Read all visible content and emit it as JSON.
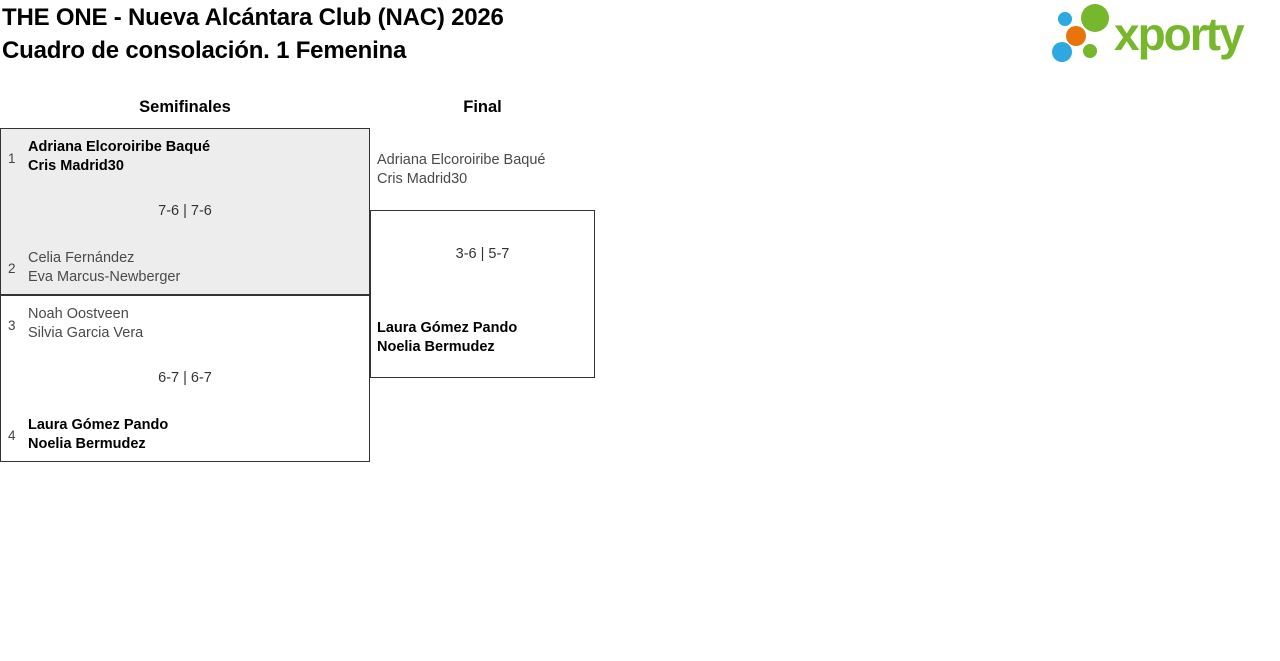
{
  "header": {
    "title_line1": "THE ONE - Nueva Alcántara Club (NAC) 2026",
    "title_line2": "Cuadro de consolación. 1 Femenina"
  },
  "logo": {
    "wordmark": "xporty",
    "green": "#76b72c",
    "blue": "#2da8e0",
    "orange": "#e8740c"
  },
  "bracket": {
    "round_labels": [
      "Semifinales",
      "Final"
    ],
    "matches": [
      {
        "round": "Semifinales",
        "seed_top": "1",
        "seed_bottom": "2",
        "top": {
          "player1": "Adriana Elcoroiribe Baqué",
          "player2": "Cris Madrid30",
          "winner": true
        },
        "bottom": {
          "player1": "Celia Fernández",
          "player2": "Eva Marcus-Newberger",
          "winner": false
        },
        "score": "7-6 | 7-6"
      },
      {
        "round": "Semifinales",
        "seed_top": "3",
        "seed_bottom": "4",
        "top": {
          "player1": "Noah Oostveen",
          "player2": "Silvia Garcia Vera",
          "winner": false
        },
        "bottom": {
          "player1": "Laura Gómez Pando",
          "player2": "Noelia Bermudez",
          "winner": true
        },
        "score": "6-7 | 6-7"
      },
      {
        "round": "Final",
        "top": {
          "player1": "Adriana Elcoroiribe Baqué",
          "player2": "Cris Madrid30",
          "winner": false
        },
        "bottom": {
          "player1": "Laura Gómez Pando",
          "player2": "Noelia Bermudez",
          "winner": true
        },
        "score": "3-6 | 5-7"
      }
    ]
  },
  "colors": {
    "highlight_box_fill": "#ededed",
    "box_border": "#333333",
    "winner_text": "#000000",
    "loser_text": "#4a4a4a"
  }
}
